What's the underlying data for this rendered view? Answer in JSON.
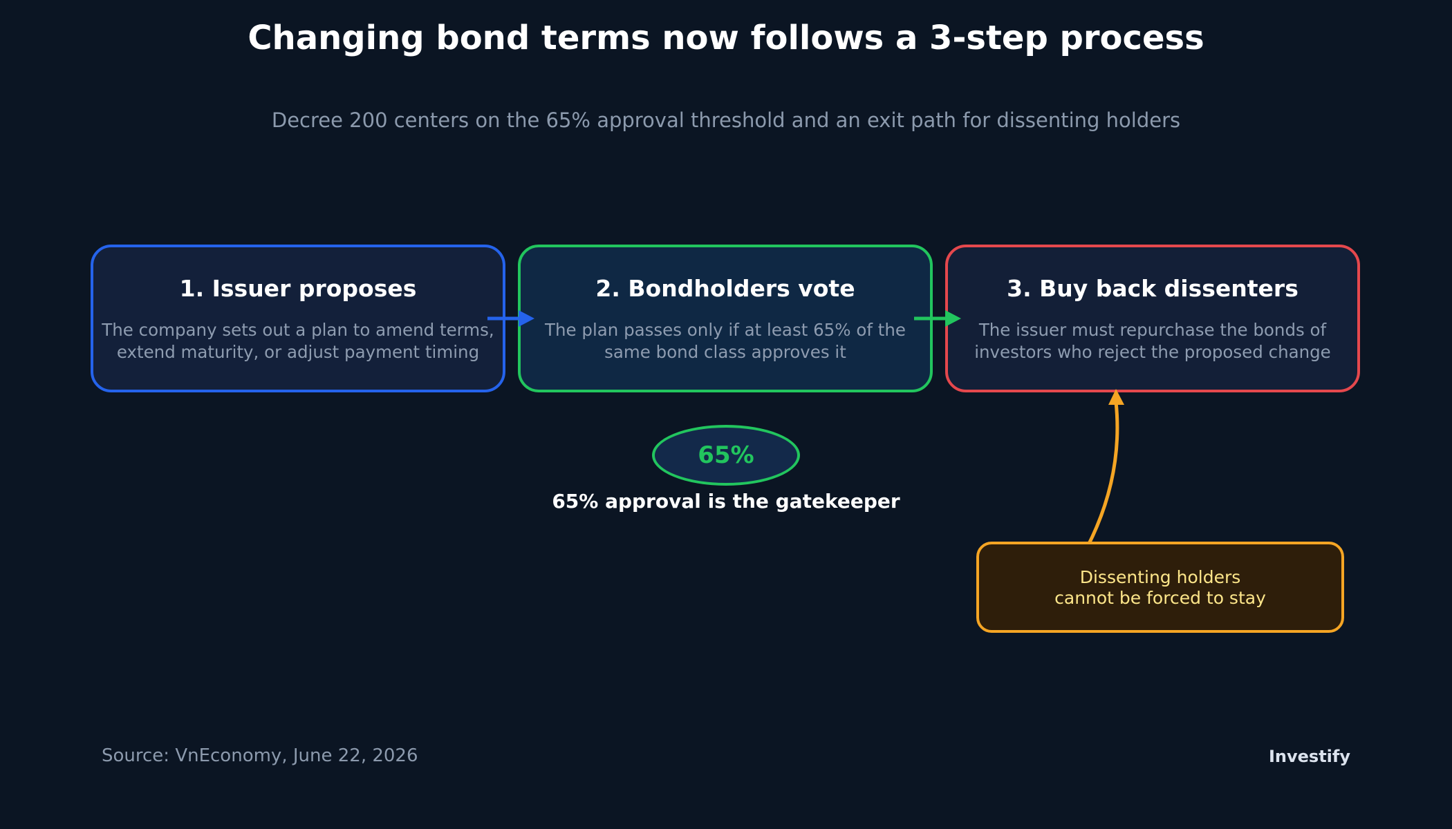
{
  "title": "Changing bond terms now follows a 3-step process",
  "subtitle": "Decree 200 centers on the 65% approval threshold and an exit path for dissenting holders",
  "steps": [
    {
      "title": "1. Issuer proposes",
      "desc_lines": [
        "The company sets out a plan to amend terms,",
        "extend maturity, or adjust payment timing"
      ],
      "color": "#2563eb"
    },
    {
      "title": "2. Bondholders vote",
      "desc_lines": [
        "The plan passes only if at least 65% of the",
        "same bond class approves it"
      ],
      "color": "#22c55e"
    },
    {
      "title": "3. Buy back dissenters",
      "desc_lines": [
        "The issuer must repurchase the bonds of",
        "investors who reject the proposed change"
      ],
      "color": "#e5484d"
    }
  ],
  "threshold": {
    "badge": "65%",
    "label": "65% approval is the gatekeeper",
    "color": "#22c55e"
  },
  "callout": {
    "lines": [
      "Dissenting holders",
      "cannot be forced to stay"
    ],
    "color": "#f5a524"
  },
  "footer": {
    "source": "Source: VnEconomy, June 22, 2026",
    "brand": "Investify"
  }
}
